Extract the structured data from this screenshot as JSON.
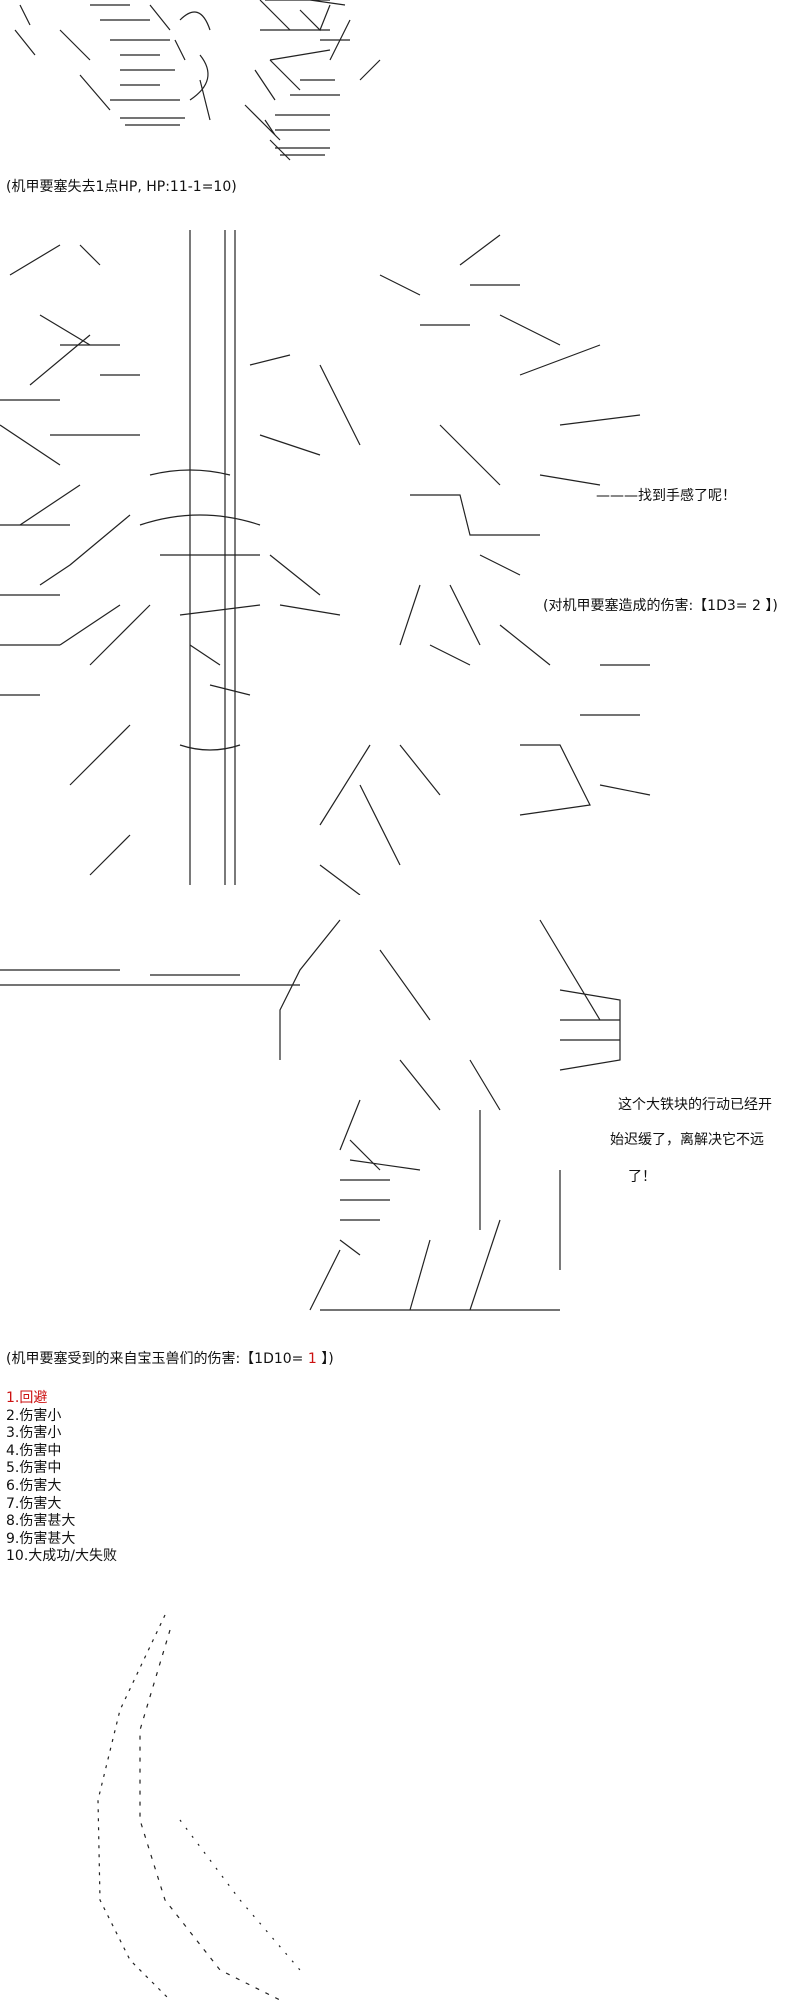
{
  "captions": {
    "hp_loss": "(机甲要塞失去1点HP, HP:11-1=10)",
    "found_feel": "———找到手感了呢！",
    "damage_dealt_prefix": "(对机甲要塞造成的伤害:【1D3= ",
    "damage_dealt_value": "2",
    "damage_dealt_suffix": " 】)",
    "speech_line1": "这个大铁块的行动已经开",
    "speech_line2": "始迟缓了，离解决它不远",
    "speech_line3": "了！",
    "damage_taken_prefix": "(机甲要塞受到的来自宝玉兽们的伤害:【1D10= ",
    "damage_taken_value": "1",
    "damage_taken_suffix": " 】)"
  },
  "result_table": [
    "1.回避",
    "2.伤害小",
    "3.伤害小",
    "4.伤害中",
    "5.伤害中",
    "6.伤害大",
    "7.伤害大",
    "8.伤害甚大",
    "9.伤害甚大",
    "10.大成功/大失败"
  ],
  "highlight_color": "#cc1111"
}
